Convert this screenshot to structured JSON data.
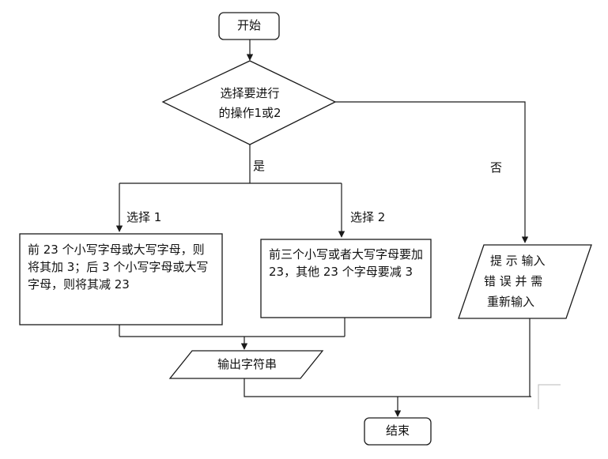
{
  "flowchart": {
    "start": "开始",
    "decision": [
      "选择要进行",
      "的操作1或2"
    ],
    "yes_label": "是",
    "no_label": "否",
    "option1_label": "选择 1",
    "option2_label": "选择 2",
    "process1": "前 23 个小写字母或大写字母，则将其加 3；后 3 个小写字母或大写字母，则将其减 23",
    "process2": "前三个小写或者大写字母要加 23，其他 23 个字母要减 3",
    "error_output": [
      "提 示 输入",
      "错 误 并 需",
      "重新输入"
    ],
    "output": "输出字符串",
    "end": "结束"
  }
}
